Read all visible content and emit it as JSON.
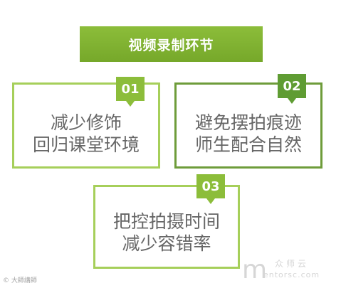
{
  "title": "视频录制环节",
  "cards": [
    {
      "badge": "01",
      "line1": "减少修饰",
      "line2": "回归课堂环境"
    },
    {
      "badge": "02",
      "line1": "避免摆拍痕迹",
      "line2": "师生配合自然"
    },
    {
      "badge": "03",
      "line1": "把控拍摄时间",
      "line2": "减少容错率"
    }
  ],
  "watermark_left": "© 大師講師",
  "watermark_right": {
    "mark": "m",
    "cn": "众师云",
    "en": "entorsc.com"
  },
  "colors": {
    "accent_light": "#8cbd3a",
    "accent_dark": "#5f9c33",
    "border_light": "#a6cf5a",
    "border_dark": "#6e9c3a",
    "text": "#666666"
  }
}
